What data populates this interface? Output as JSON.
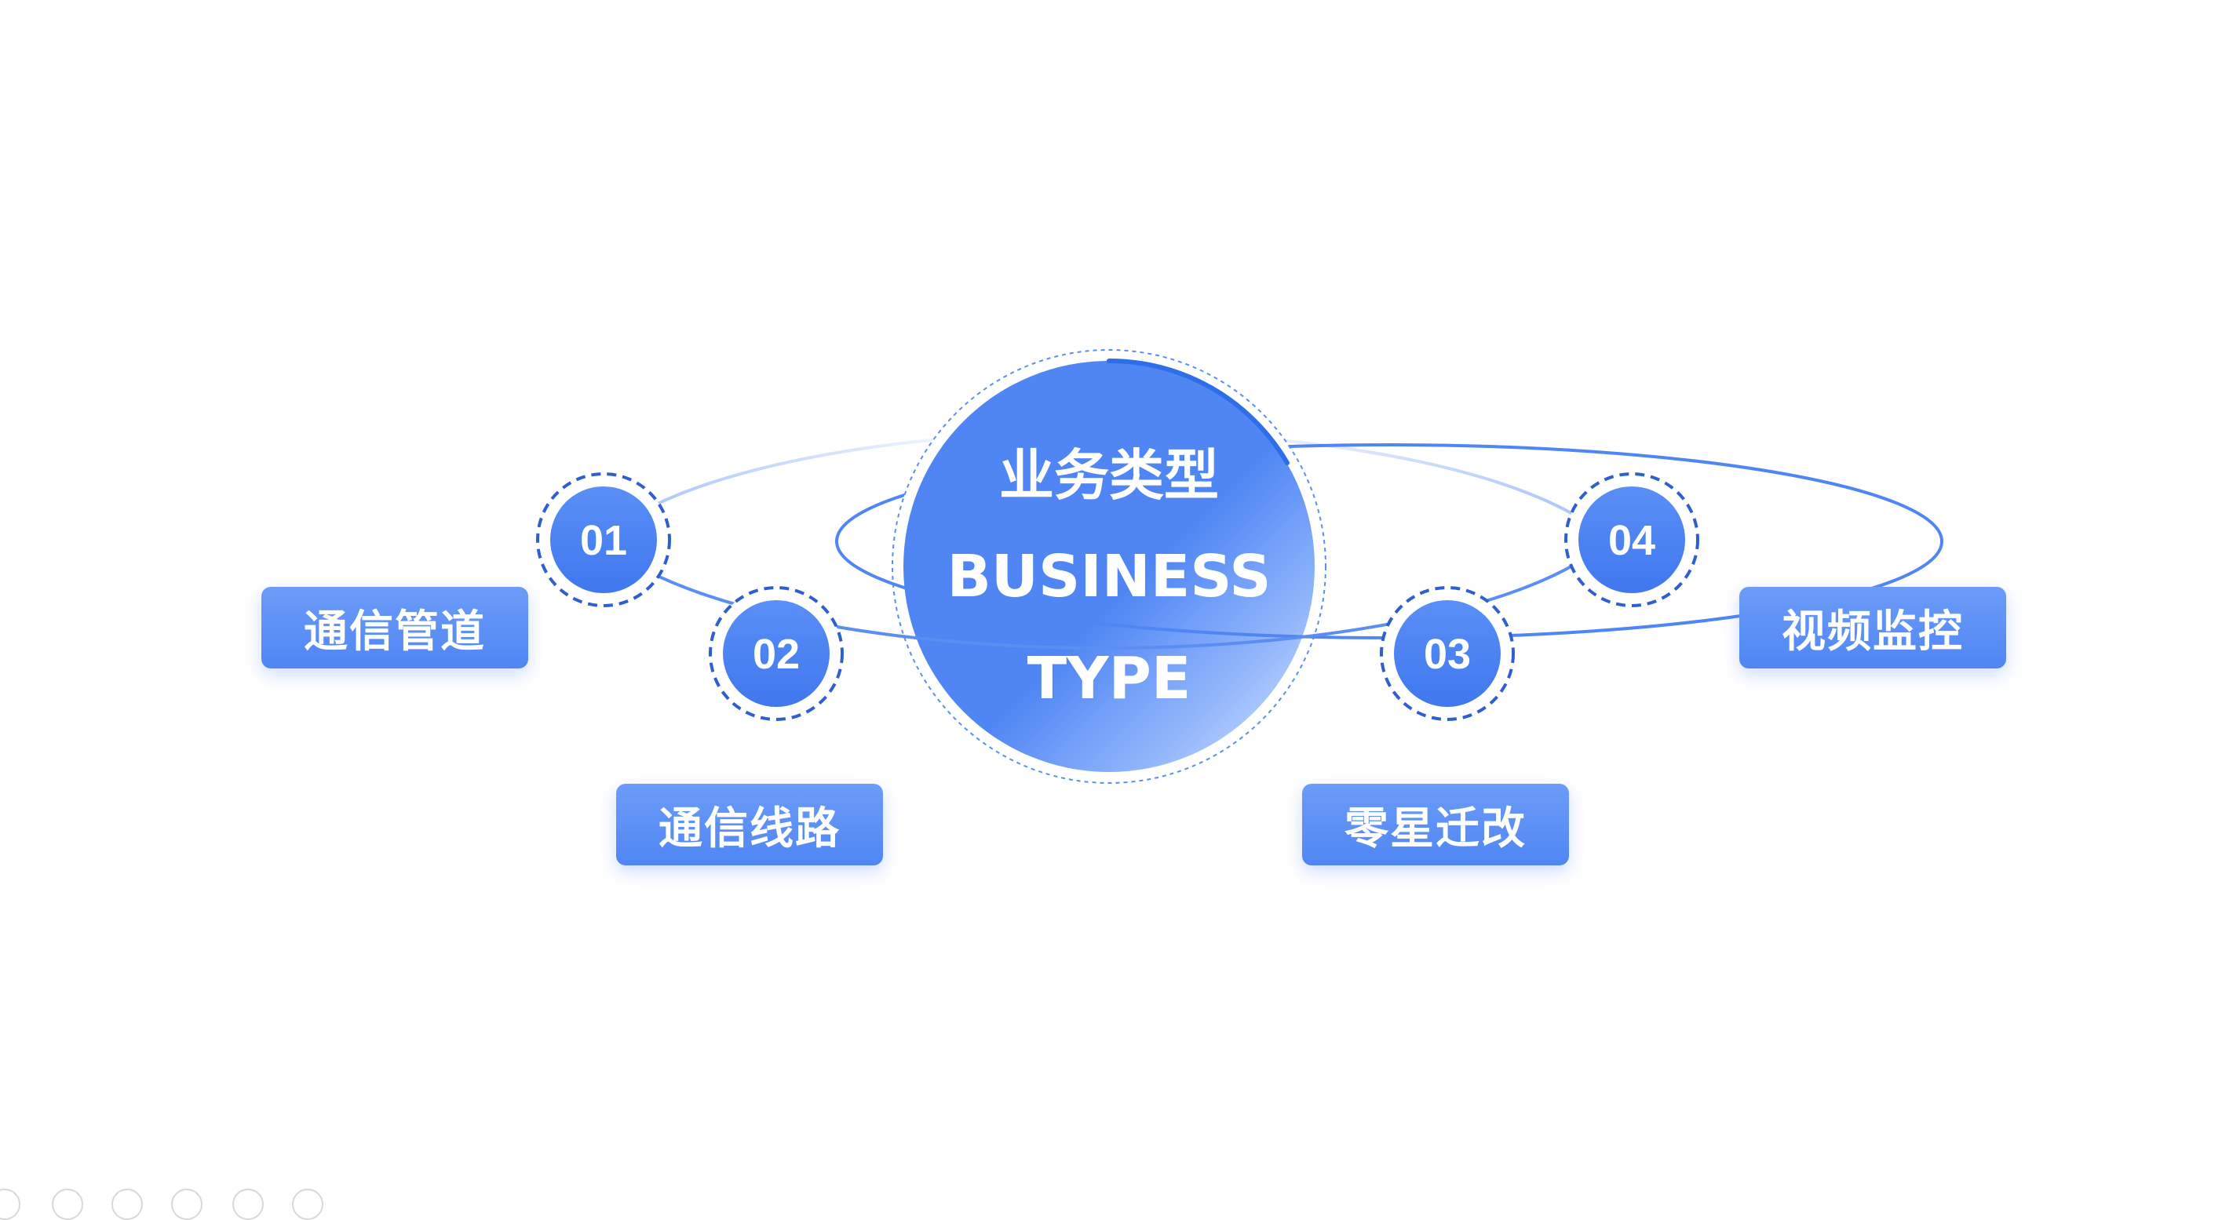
{
  "center": {
    "title": "业务类型",
    "subtitle_line1": "BUSINESS",
    "subtitle_line2": "TYPE"
  },
  "nodes": [
    {
      "number": "01",
      "label": "通信管道"
    },
    {
      "number": "02",
      "label": "通信线路"
    },
    {
      "number": "03",
      "label": "零星迁改"
    },
    {
      "number": "04",
      "label": "视频监控"
    }
  ],
  "toolbar": {
    "icons": [
      "prev-icon",
      "next-icon",
      "pen-icon",
      "menu-icon",
      "zoom-icon",
      "more-icon"
    ]
  },
  "colors": {
    "primary": "#4f86f4",
    "primary_light": "#7aa6fa",
    "dashed_ring": "#2f5fcf",
    "orbit": "#5b8ef2"
  }
}
